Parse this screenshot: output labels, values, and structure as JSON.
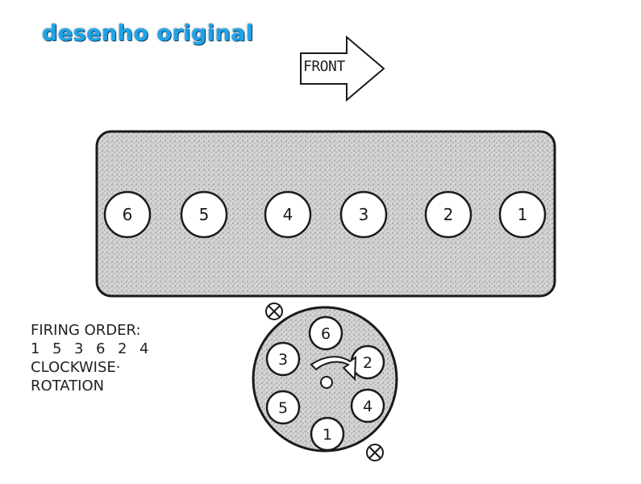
{
  "watermark": "desenho original",
  "front_label": "FRONT",
  "engine_block": {
    "cylinders": [
      "6",
      "5",
      "4",
      "3",
      "2",
      "1"
    ]
  },
  "notes": {
    "firing_order_label": "FIRING ORDER:",
    "firing_order": [
      "1",
      "5",
      "3",
      "6",
      "2",
      "4"
    ],
    "rotation_line1": "CLOCKWISE·",
    "rotation_line2": "ROTATION"
  },
  "distributor_cap": {
    "terminals": [
      "6",
      "2",
      "4",
      "1",
      "5",
      "3"
    ]
  },
  "colors": {
    "watermark": "#1fa3e6",
    "block_fill": "#c9c9c9",
    "stroke": "#1a1a1a"
  }
}
